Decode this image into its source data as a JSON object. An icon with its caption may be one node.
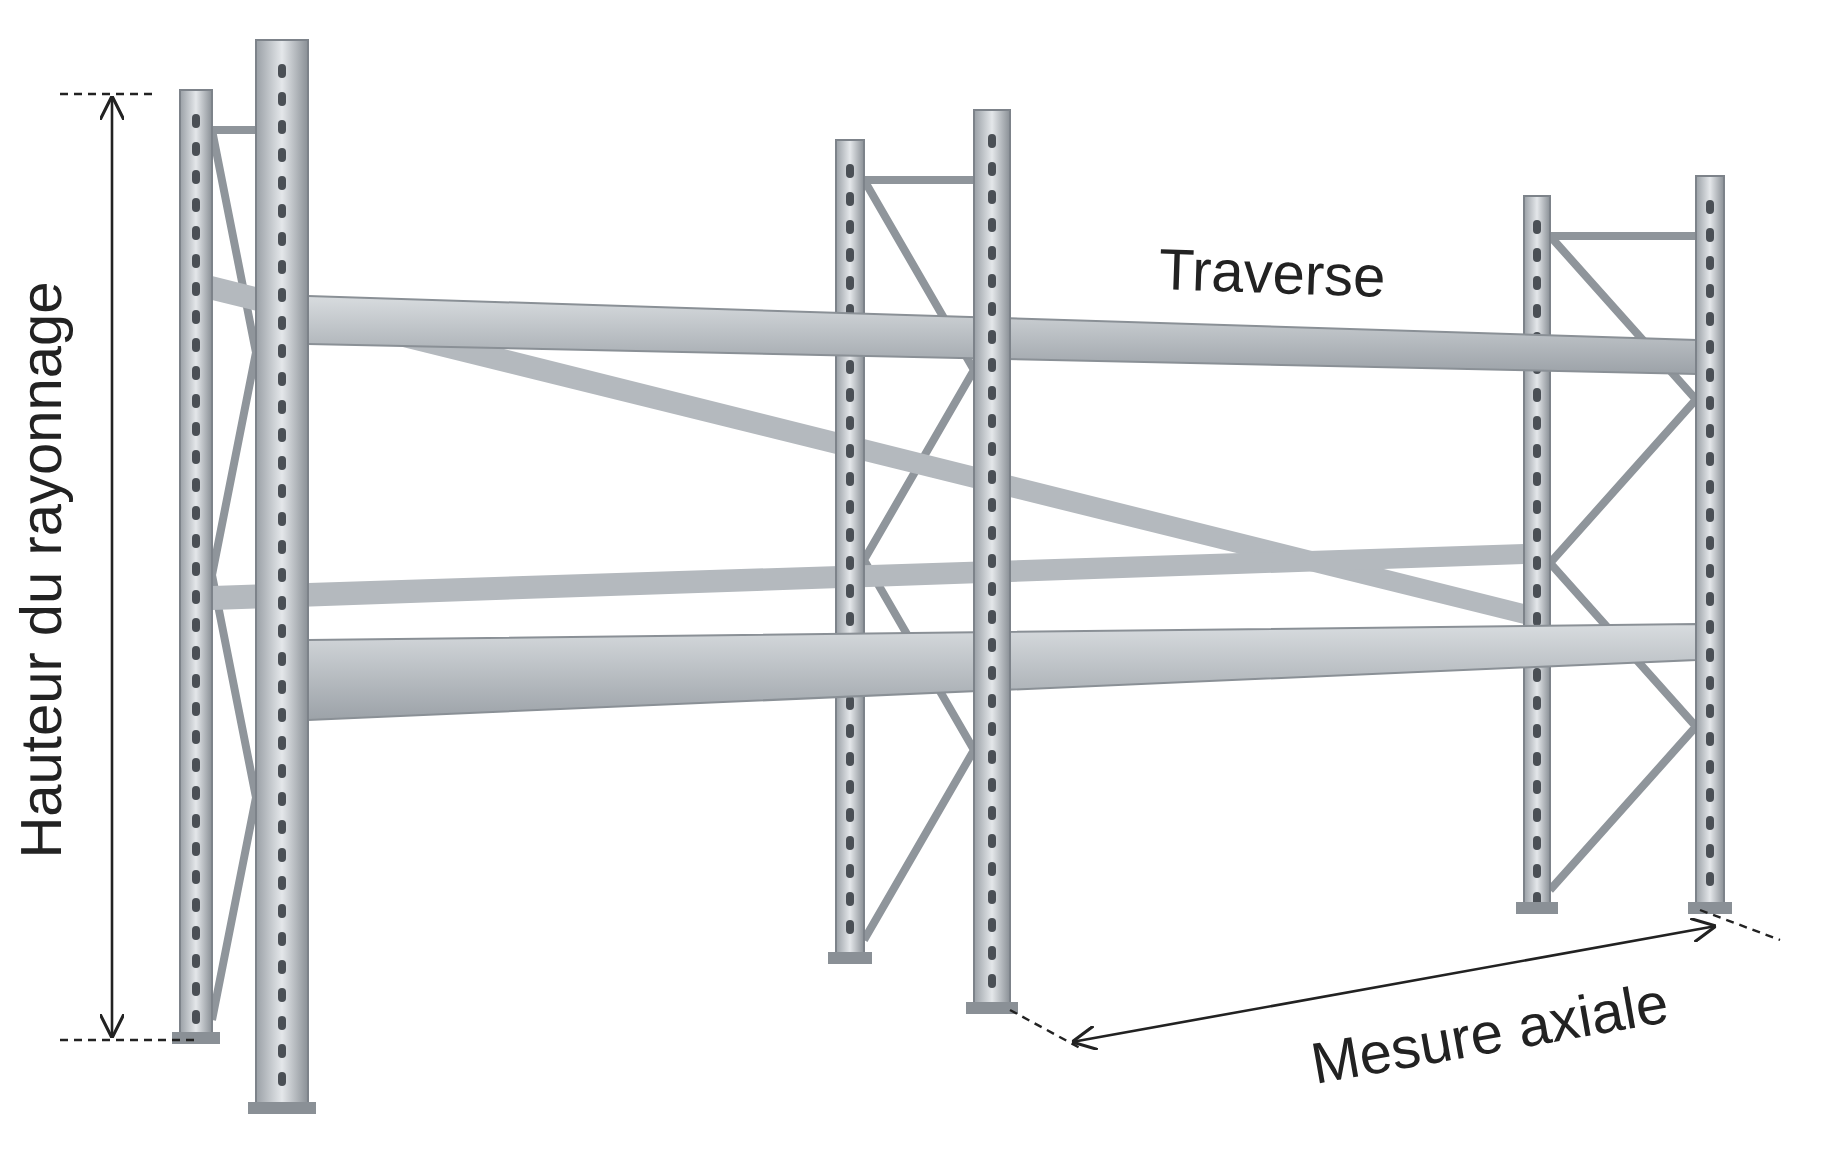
{
  "diagram": {
    "labels": [
      "Hauteur du rayonnage",
      "Traverse",
      "Mesure axiale"
    ]
  }
}
